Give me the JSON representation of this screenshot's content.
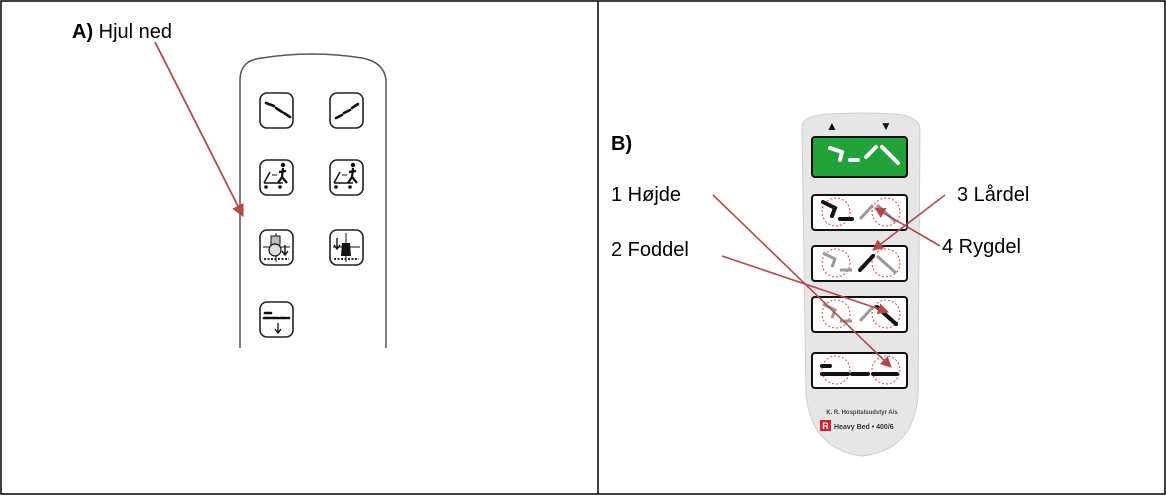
{
  "panel_a": {
    "label_letter": "A)",
    "label_text": "Hjul ned"
  },
  "panel_b": {
    "label_letter": "B)",
    "callouts": {
      "hojde": "1 Højde",
      "foddel": "2 Foddel",
      "lardel": "3 Lårdel",
      "rygdel": "4 Rygdel"
    },
    "remote": {
      "brand_line": "K. R. Hospitalsudstyr A/s",
      "logo_letter": "R",
      "model": "Heavy Bed • 400/6",
      "up_arrow": "▲",
      "down_arrow": "▼"
    }
  },
  "colors": {
    "arrow": "#b5494a",
    "green_button": "#22a33a",
    "remote_body_b": "#e6e6e6",
    "logo_red": "#d0202a"
  }
}
